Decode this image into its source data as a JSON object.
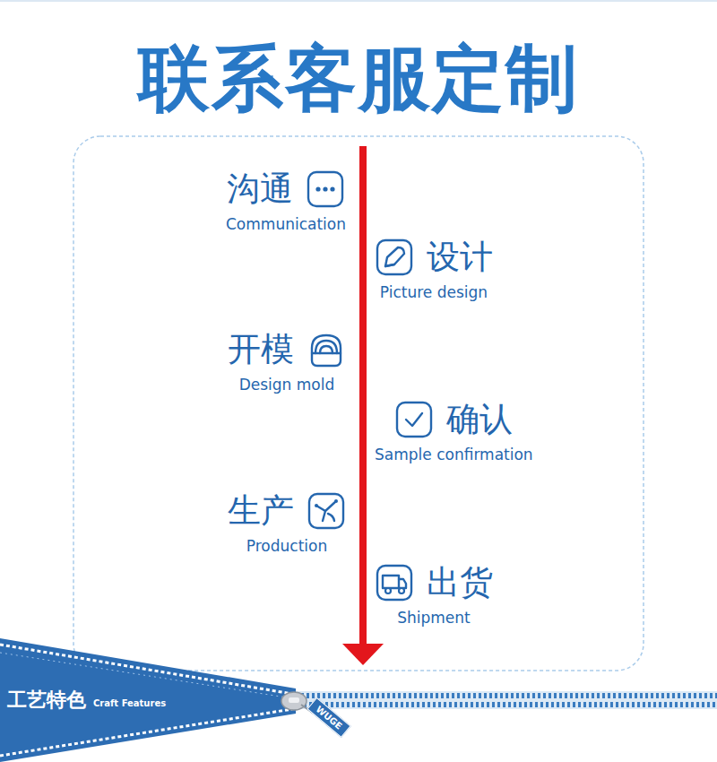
{
  "diagram": {
    "title": "联系客服定制",
    "nodes": [
      {
        "text": [
          "沟通",
          "Communication"
        ]
      },
      {
        "text": [
          "设计",
          "Picture design"
        ]
      },
      {
        "text": [
          "开模",
          "Design mold"
        ]
      },
      {
        "text": [
          "确认",
          "Sample confirmation"
        ]
      },
      {
        "text": [
          "生产",
          "Production"
        ]
      },
      {
        "text": [
          "出货",
          "Shipment"
        ]
      },
      {
        "text": [
          "工艺特色",
          "Craft Features"
        ]
      },
      {
        "text": [
          "WUGE"
        ],
        "in": 6
      }
    ]
  }
}
